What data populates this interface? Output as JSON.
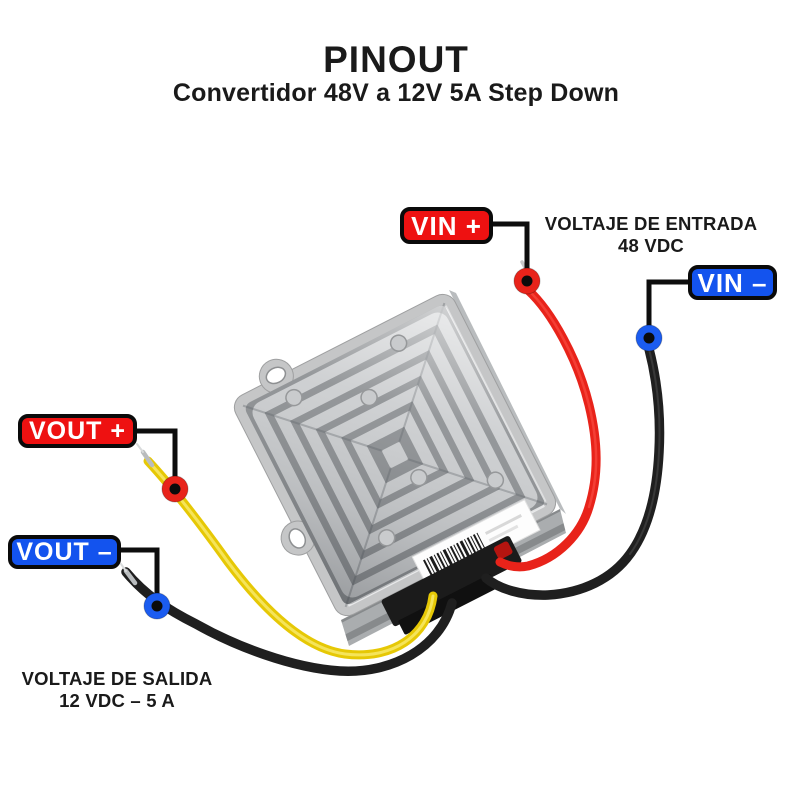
{
  "title": "PINOUT",
  "subtitle": "Convertidor 48V a 12V 5A Step Down",
  "pins": [
    {
      "id": "vin-plus",
      "label": "VIN +",
      "box_color": "#ee1111",
      "wire_color": "#e8231a"
    },
    {
      "id": "vin-minus",
      "label": "VIN –",
      "box_color": "#1353ee",
      "wire_color": "#1f1f1f"
    },
    {
      "id": "vout-plus",
      "label": "VOUT +",
      "box_color": "#ee1111",
      "wire_color": "#e6c805"
    },
    {
      "id": "vout-minus",
      "label": "VOUT –",
      "box_color": "#1353ee",
      "wire_color": "#1f1f1f"
    }
  ],
  "annotations": {
    "input": {
      "line1": "VOLTAJE DE ENTRADA",
      "line2": "48 VDC"
    },
    "output": {
      "line1": "VOLTAJE DE SALIDA",
      "line2": "12 VDC – 5 A"
    }
  },
  "device": {
    "name": "step-down-converter-module",
    "description": "aluminum finned heatsink DC-DC converter with barcode label and wire connector"
  },
  "colors": {
    "positive": "#ee1111",
    "negative": "#1353ee",
    "leader_line": "#0d0d0d",
    "wire_red": "#e8231a",
    "wire_black": "#1f1f1f",
    "wire_yellow": "#e6c805",
    "background": "#ffffff"
  }
}
